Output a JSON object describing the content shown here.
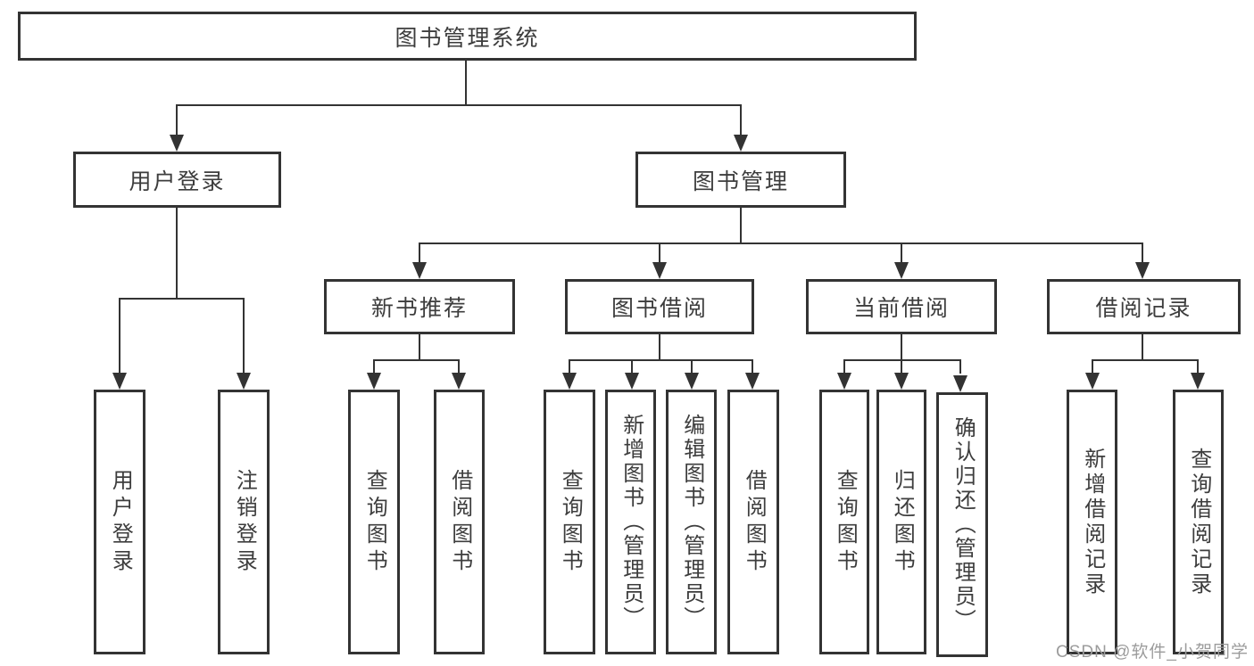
{
  "diagram": {
    "type": "tree",
    "title": "图书管理系统",
    "level2": [
      {
        "label": "用户登录",
        "children": [
          "用户登录",
          "注销登录"
        ]
      },
      {
        "label": "图书管理"
      }
    ],
    "sections": [
      {
        "label": "新书推荐",
        "children": [
          "查询图书",
          "借阅图书"
        ]
      },
      {
        "label": "图书借阅",
        "children": [
          "查询图书",
          "新增图书（管理员）",
          "编辑图书（管理员）",
          "借阅图书"
        ]
      },
      {
        "label": "当前借阅",
        "children": [
          "查询图书",
          "归还图书",
          "确认归还（管理员）"
        ]
      },
      {
        "label": "借阅记录",
        "children": [
          "新增借阅记录",
          "查询借阅记录"
        ]
      }
    ],
    "watermark": "CSDN @软件_小贺同学",
    "colors": {
      "line": "#333333",
      "text": "#3d3d3d",
      "background": "#ffffff",
      "watermark": "#9c9c9c"
    }
  }
}
